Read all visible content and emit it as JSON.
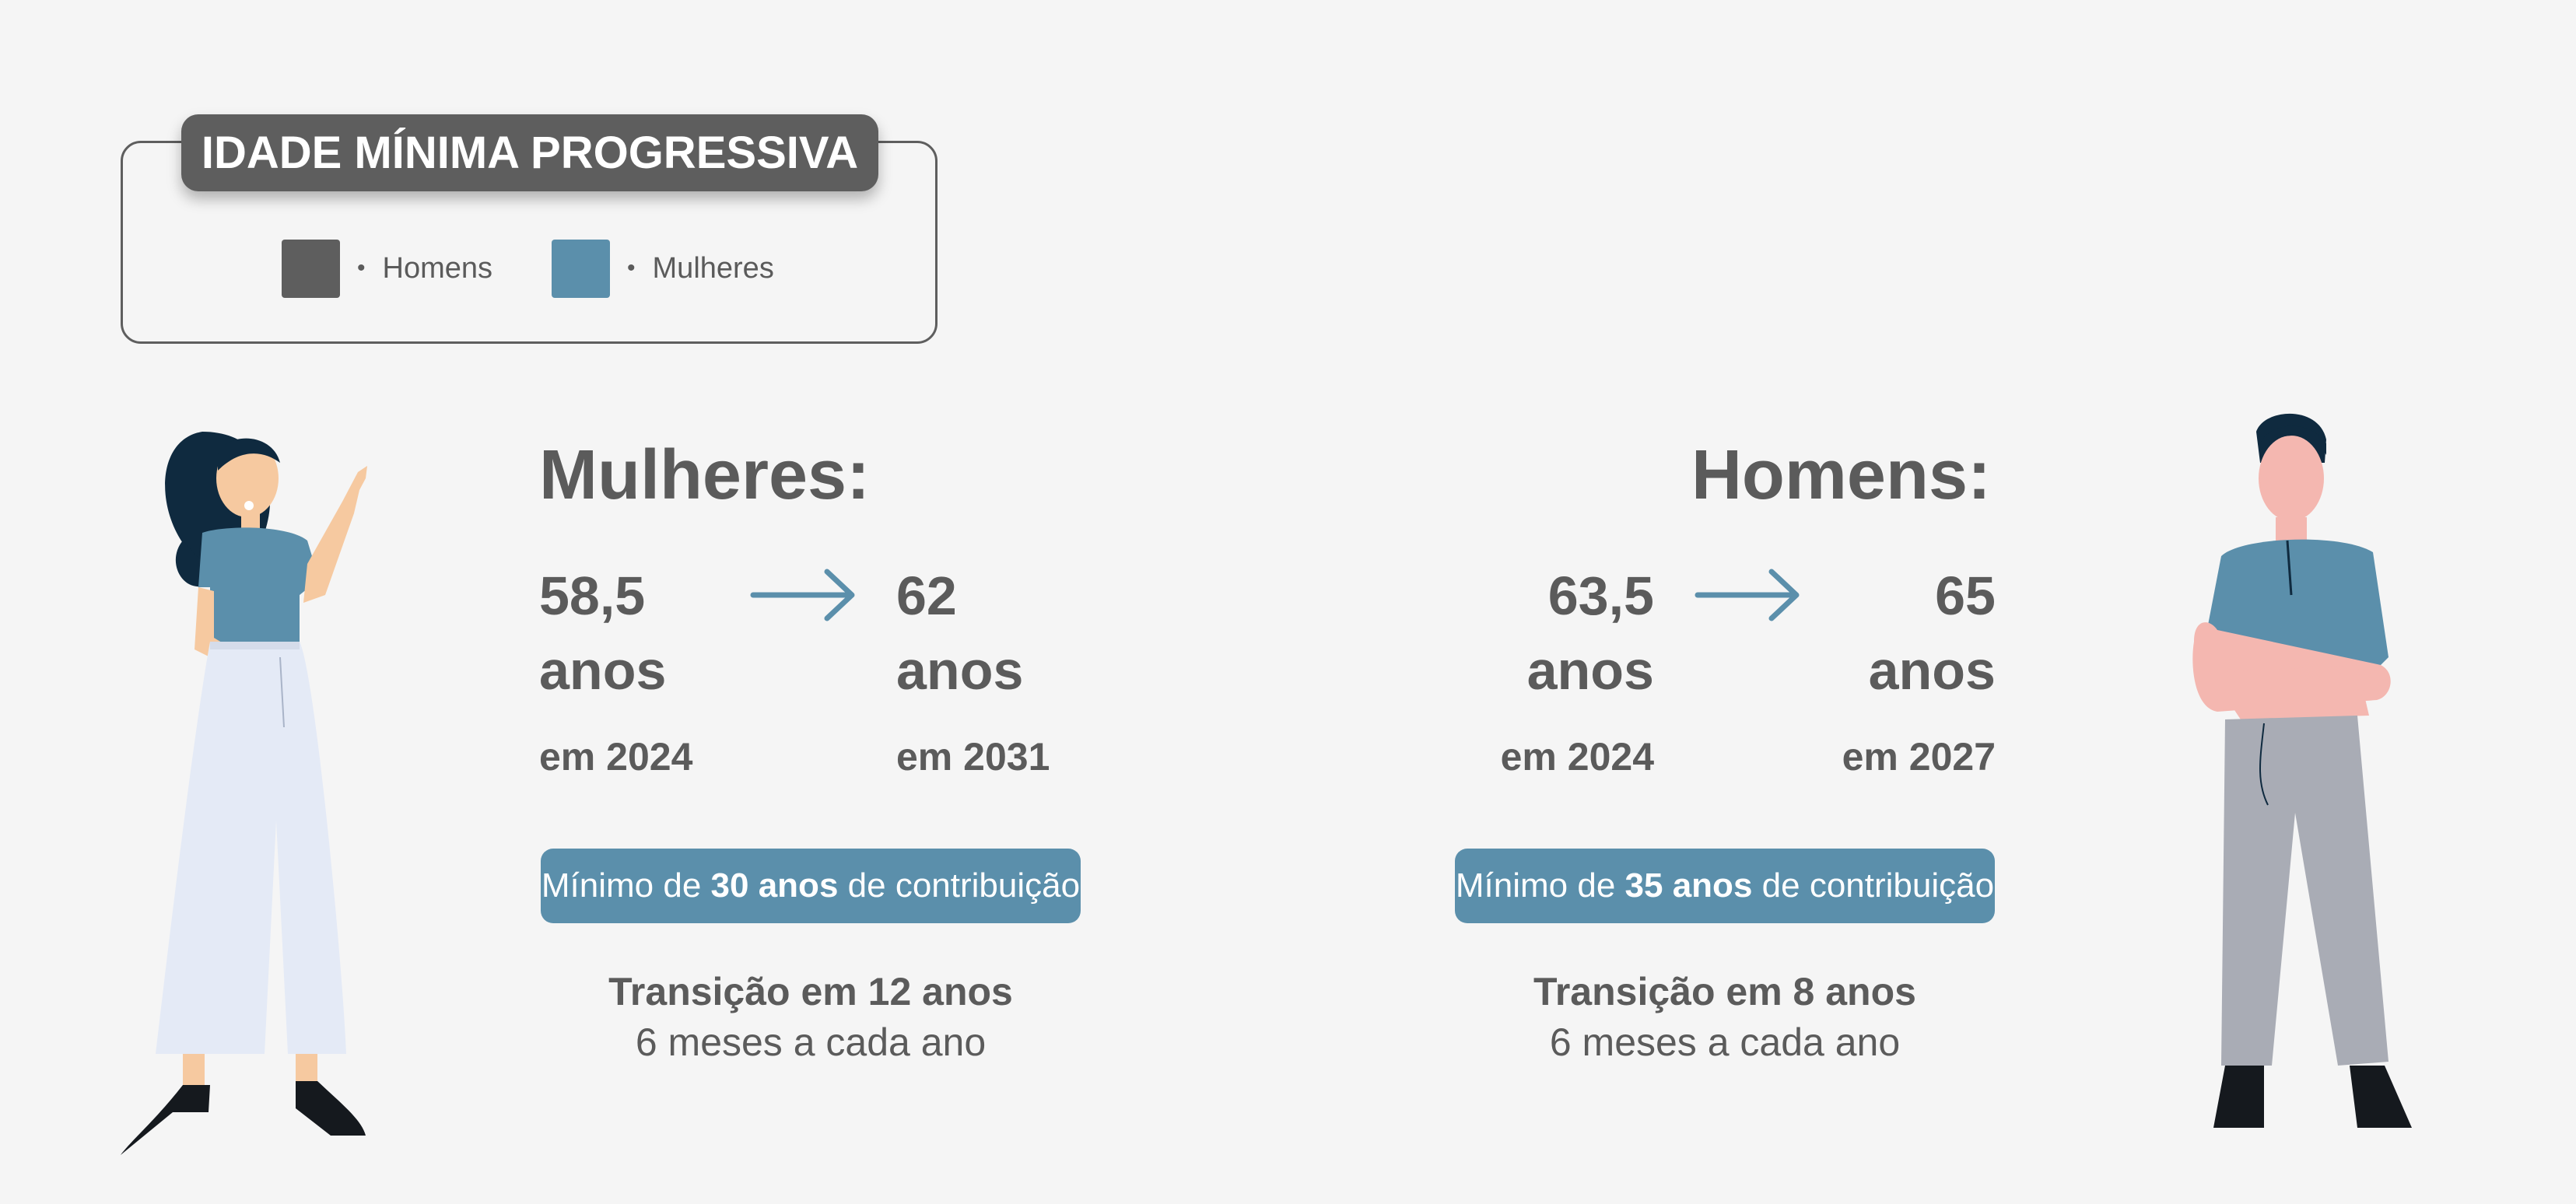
{
  "title": "IDADE MÍNIMA PROGRESSIVA",
  "legend": [
    {
      "label": "Homens",
      "color": "#5e5e5e"
    },
    {
      "label": "Mulheres",
      "color": "#5b8fab"
    }
  ],
  "women": {
    "heading": "Mulheres:",
    "from_value": "58,5",
    "from_unit": "anos",
    "from_year": "em 2024",
    "to_value": "62",
    "to_unit": "anos",
    "to_year": "em 2031",
    "contribution_prefix": "Mínimo de ",
    "contribution_bold": "30 anos",
    "contribution_suffix": " de contribuição",
    "transition_title": "Transição em 12 anos",
    "transition_sub": "6 meses a cada ano"
  },
  "men": {
    "heading": "Homens:",
    "from_value": "63,5",
    "from_unit": "anos",
    "from_year": "em 2024",
    "to_value": "65",
    "to_unit": "anos",
    "to_year": "em 2027",
    "contribution_prefix": "Mínimo de ",
    "contribution_bold": "35 anos",
    "contribution_suffix": " de contribuição",
    "transition_title": "Transição em 8 anos",
    "transition_sub": "6 meses a cada ano"
  },
  "colors": {
    "accent_blue": "#5b8fab",
    "dark_gray": "#5e5e5e",
    "background": "#f5f5f5"
  }
}
